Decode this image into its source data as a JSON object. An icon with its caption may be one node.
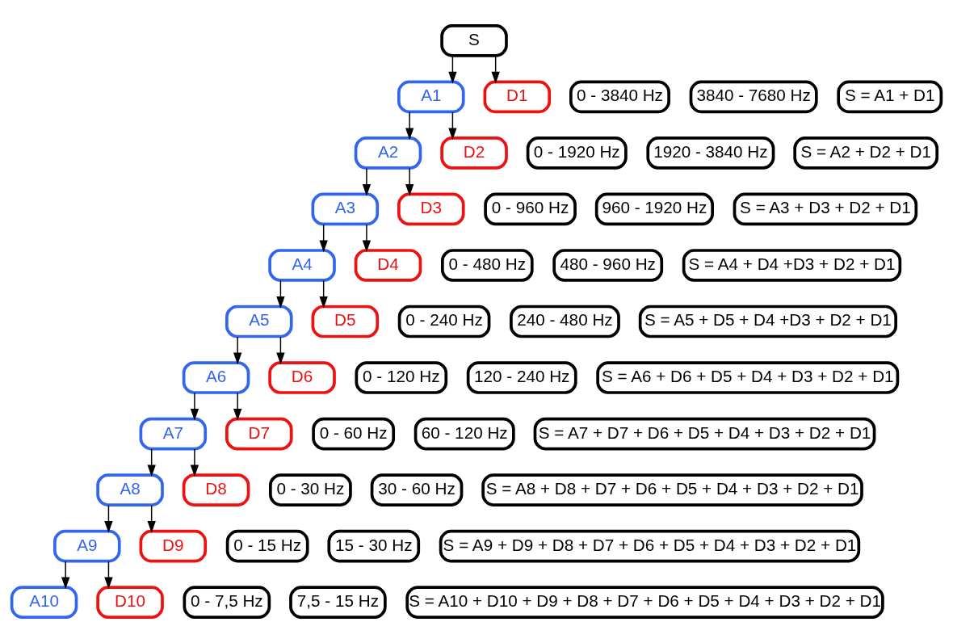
{
  "diagram": {
    "nodes": [
      {
        "text": [
          "S"
        ]
      },
      {
        "text": [
          "0 - 3840 Hz"
        ]
      },
      {
        "text": [
          "A1"
        ]
      },
      {
        "text": [
          "D1"
        ]
      },
      {
        "text": [
          "3840 - 7680 Hz"
        ]
      },
      {
        "text": [
          "S = A1 + D1"
        ]
      },
      {
        "text": [
          "0 - 1920 Hz"
        ]
      },
      {
        "text": [
          "A2"
        ]
      },
      {
        "text": [
          "D2"
        ]
      },
      {
        "text": [
          "1920 - 3840 Hz"
        ]
      },
      {
        "text": [
          "S = A2 + D2 + D1"
        ]
      },
      {
        "text": [
          "0 - 960 Hz"
        ]
      },
      {
        "text": [
          "A3"
        ]
      },
      {
        "text": [
          "D3"
        ]
      },
      {
        "text": [
          "960 - 1920 Hz"
        ]
      },
      {
        "text": [
          "S = A3 + D3 + D2 + D1"
        ]
      },
      {
        "text": [
          "0 - 480 Hz"
        ]
      },
      {
        "text": [
          "A4"
        ]
      },
      {
        "text": [
          "D4"
        ]
      },
      {
        "text": [
          "480 - 960 Hz"
        ]
      },
      {
        "text": [
          "S = A4 + D4 +D3 + D2 + D1"
        ]
      },
      {
        "text": [
          "0 - 240 Hz"
        ]
      },
      {
        "text": [
          "A5"
        ]
      },
      {
        "text": [
          "D5"
        ]
      },
      {
        "text": [
          "240 - 480 Hz"
        ]
      },
      {
        "text": [
          "S = A5 + D5 + D4 +D3 + D2 + D1"
        ]
      },
      {
        "text": [
          "0 - 120 Hz"
        ]
      },
      {
        "text": [
          "A6"
        ]
      },
      {
        "text": [
          "D6"
        ]
      },
      {
        "text": [
          "120 - 240 Hz"
        ]
      },
      {
        "text": [
          "S = A6 + D6 + D5 + D4 + D3 + D2 + D1"
        ]
      },
      {
        "text": [
          "0 - 60 Hz"
        ]
      },
      {
        "text": [
          "A7"
        ]
      },
      {
        "text": [
          "D7"
        ]
      },
      {
        "text": [
          "60 - 120 Hz"
        ]
      },
      {
        "text": [
          "S = A7 + D7 + D6 + D5 + D4 + D3 + D2 + D1"
        ]
      },
      {
        "text": [
          "0 - 30 Hz"
        ]
      },
      {
        "text": [
          "A8"
        ]
      },
      {
        "text": [
          "D8"
        ]
      },
      {
        "text": [
          "30 - 60 Hz"
        ]
      },
      {
        "text": [
          "S = A8 + D8 + D7 + D6 + D5 + D4 + D3 + D2 + D1"
        ]
      },
      {
        "text": [
          "0 - 15 Hz"
        ]
      },
      {
        "text": [
          "A9"
        ]
      },
      {
        "text": [
          "D9"
        ]
      },
      {
        "text": [
          "15 - 30 Hz"
        ]
      },
      {
        "text": [
          "S = A9 + D9 + D8 + D7 + D6 + D5 + D4 + D3 + D2 + D1"
        ]
      },
      {
        "text": [
          "0 - 7,5 Hz"
        ]
      },
      {
        "text": [
          "A10"
        ]
      },
      {
        "text": [
          "D10"
        ]
      },
      {
        "text": [
          "7,5 - 15 Hz"
        ]
      },
      {
        "text": [
          "S = A10 + D10 + D9 + D8 + D7 + D6 + D5 + D4 + D3 + D2 + D1"
        ]
      }
    ],
    "edges": [
      {
        "from": 0,
        "to": 2,
        "arrow": "to"
      },
      {
        "from": 0,
        "to": 3,
        "arrow": "to"
      },
      {
        "from": 2,
        "to": 7,
        "arrow": "to"
      },
      {
        "from": 2,
        "to": 8,
        "arrow": "to"
      },
      {
        "from": 7,
        "to": 12,
        "arrow": "to"
      },
      {
        "from": 7,
        "to": 13,
        "arrow": "to"
      },
      {
        "from": 12,
        "to": 17,
        "arrow": "to"
      },
      {
        "from": 12,
        "to": 18,
        "arrow": "to"
      },
      {
        "from": 17,
        "to": 22,
        "arrow": "to"
      },
      {
        "from": 17,
        "to": 23,
        "arrow": "to"
      },
      {
        "from": 22,
        "to": 27,
        "arrow": "to"
      },
      {
        "from": 22,
        "to": 28,
        "arrow": "to"
      },
      {
        "from": 27,
        "to": 32,
        "arrow": "to"
      },
      {
        "from": 27,
        "to": 33,
        "arrow": "to"
      },
      {
        "from": 32,
        "to": 37,
        "arrow": "to"
      },
      {
        "from": 32,
        "to": 38,
        "arrow": "to"
      },
      {
        "from": 37,
        "to": 42,
        "arrow": "to"
      },
      {
        "from": 37,
        "to": 43,
        "arrow": "to"
      },
      {
        "from": 42,
        "to": 47,
        "arrow": "to"
      },
      {
        "from": 42,
        "to": 48,
        "arrow": "to"
      }
    ]
  }
}
